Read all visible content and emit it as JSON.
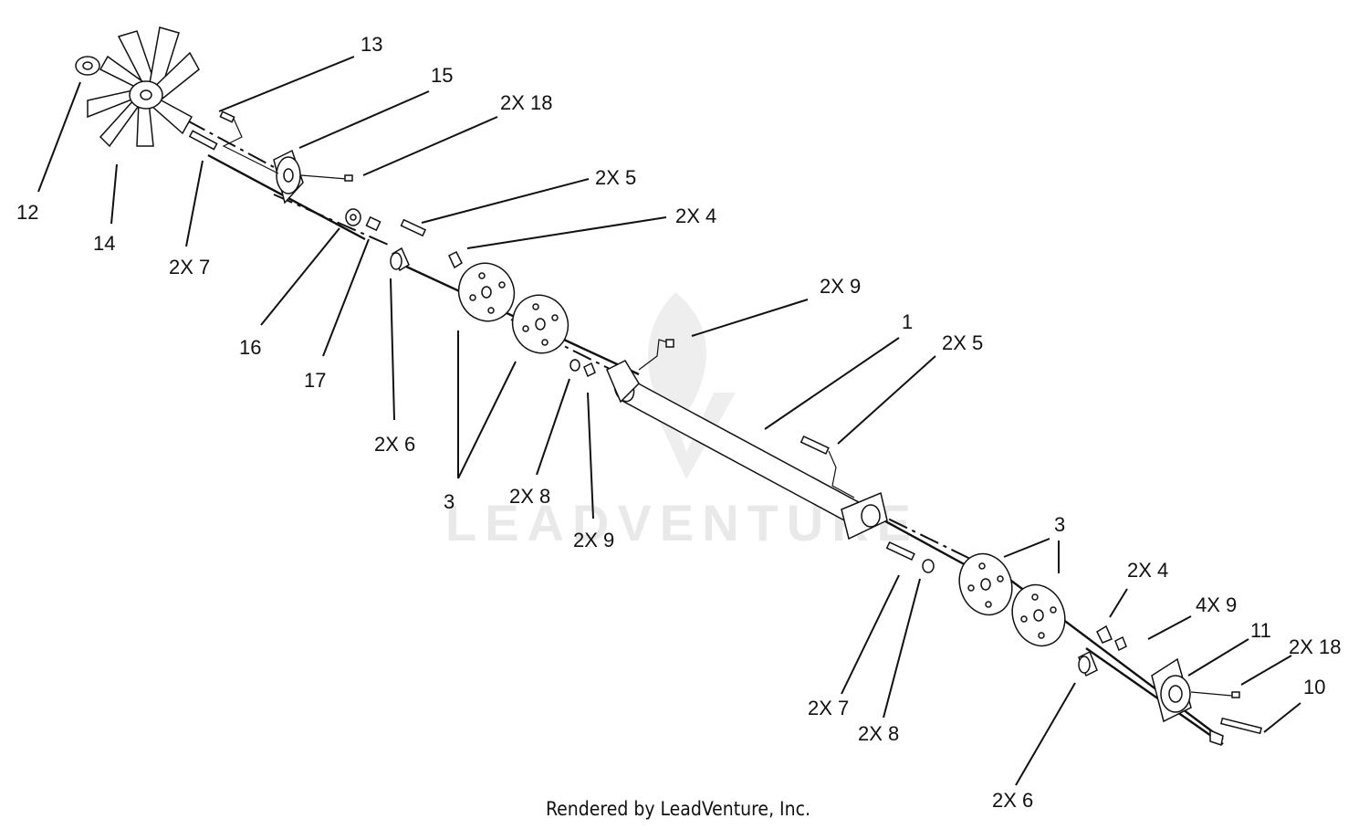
{
  "watermark": {
    "text": "LEADVENTURE"
  },
  "footer": {
    "text": "Rendered by LeadVenture, Inc."
  },
  "callouts": {
    "c13": "13",
    "c15": "15",
    "c18a": "2X 18",
    "c5a": "2X 5",
    "c4a": "2X 4",
    "c12": "12",
    "c14": "14",
    "c7a": "2X 7",
    "c16": "16",
    "c17": "17",
    "c6a": "2X 6",
    "c3a": "3",
    "c8a": "2X 8",
    "c9a": "2X 9",
    "c9b": "2X 9",
    "c1": "1",
    "c5b": "2X 5",
    "c3b": "3",
    "c4b": "2X 4",
    "c4x9": "4X 9",
    "c11": "11",
    "c18b": "2X 18",
    "c10": "10",
    "c7b": "2X 7",
    "c8b": "2X 8",
    "c6b": "2X 6"
  }
}
